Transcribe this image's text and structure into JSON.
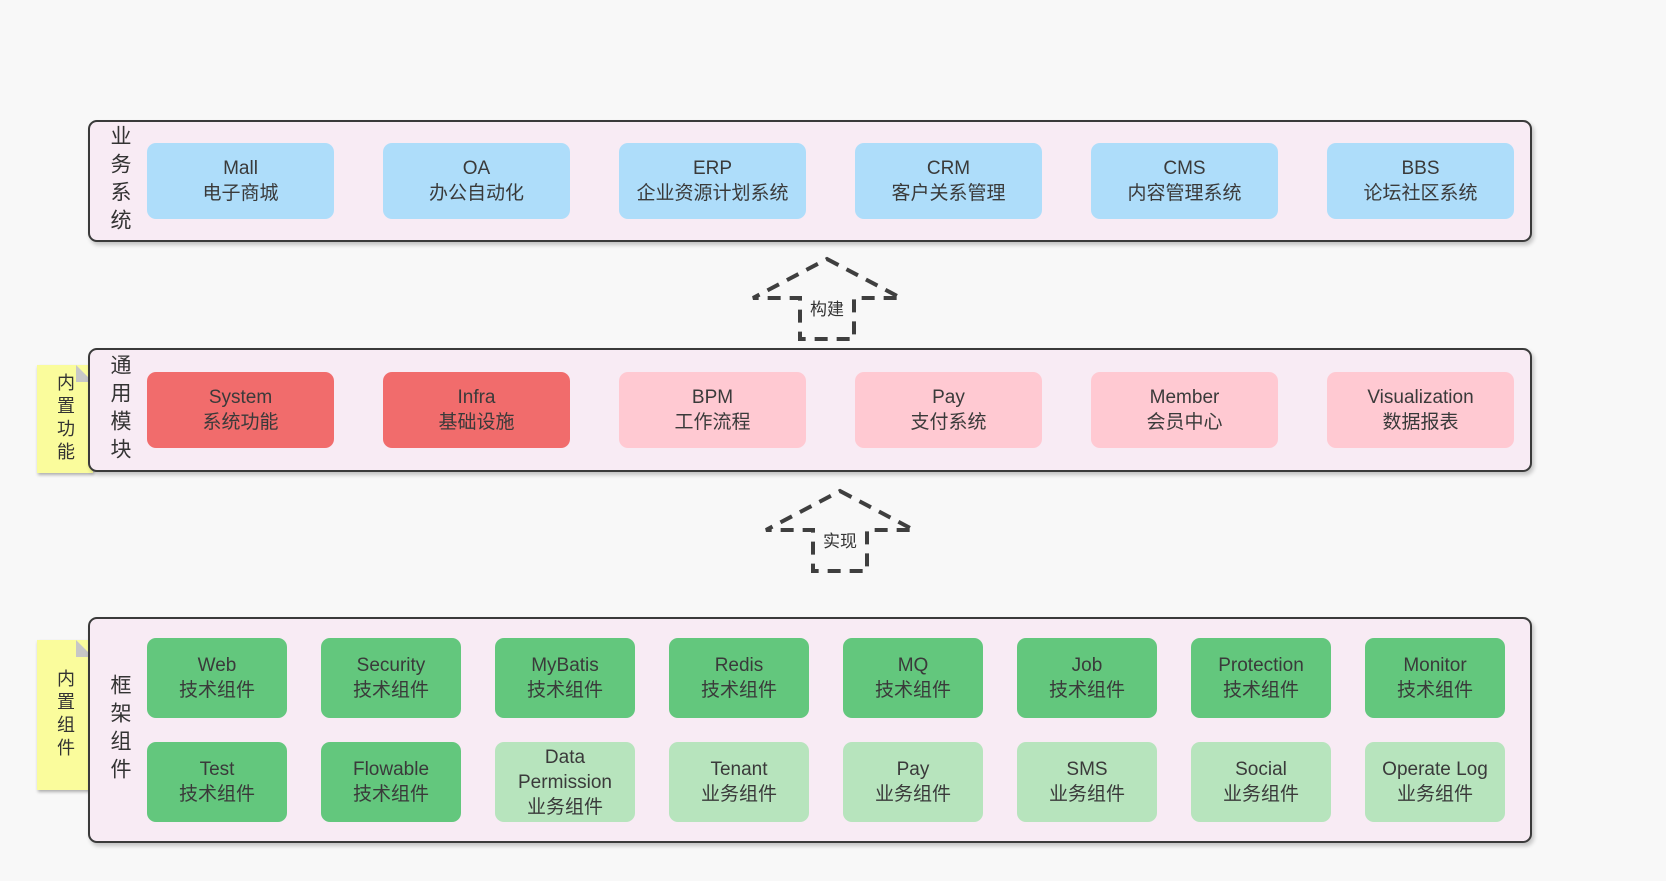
{
  "colors": {
    "page_bg": "#f8f8f8",
    "panel_bg": "#f8ebf4",
    "panel_border": "#3a3a3a",
    "blue_box": "#aeddfa",
    "red_box": "#f16c6c",
    "pink_box": "#ffc9d2",
    "green_box": "#63c77d",
    "light_green_box": "#b7e4bd",
    "sticky_yellow": "#fafc9c",
    "text": "#3a3a3a"
  },
  "arrows": [
    {
      "label": "构建"
    },
    {
      "label": "实现"
    }
  ],
  "panels": [
    {
      "label": "业务系统",
      "items": [
        {
          "name": "Mall",
          "desc": "电子商城"
        },
        {
          "name": "OA",
          "desc": "办公自动化"
        },
        {
          "name": "ERP",
          "desc": "企业资源计划系统"
        },
        {
          "name": "CRM",
          "desc": "客户关系管理"
        },
        {
          "name": "CMS",
          "desc": "内容管理系统"
        },
        {
          "name": "BBS",
          "desc": "论坛社区系统"
        }
      ]
    },
    {
      "label": "通用模块",
      "sticky": "内置功能",
      "items": [
        {
          "name": "System",
          "desc": "系统功能"
        },
        {
          "name": "Infra",
          "desc": "基础设施"
        },
        {
          "name": "BPM",
          "desc": "工作流程"
        },
        {
          "name": "Pay",
          "desc": "支付系统"
        },
        {
          "name": "Member",
          "desc": "会员中心"
        },
        {
          "name": "Visualization",
          "desc": "数据报表"
        }
      ]
    },
    {
      "label": "框架组件",
      "sticky": "内置组件",
      "rows": [
        [
          {
            "name": "Web",
            "desc": "技术组件"
          },
          {
            "name": "Security",
            "desc": "技术组件"
          },
          {
            "name": "MyBatis",
            "desc": "技术组件"
          },
          {
            "name": "Redis",
            "desc": "技术组件"
          },
          {
            "name": "MQ",
            "desc": "技术组件"
          },
          {
            "name": "Job",
            "desc": "技术组件"
          },
          {
            "name": "Protection",
            "desc": "技术组件"
          },
          {
            "name": "Monitor",
            "desc": "技术组件"
          }
        ],
        [
          {
            "name": "Test",
            "desc": "技术组件"
          },
          {
            "name": "Flowable",
            "desc": "技术组件"
          },
          {
            "name": "Data Permission",
            "desc": "业务组件"
          },
          {
            "name": "Tenant",
            "desc": "业务组件"
          },
          {
            "name": "Pay",
            "desc": "业务组件"
          },
          {
            "name": "SMS",
            "desc": "业务组件"
          },
          {
            "name": "Social",
            "desc": "业务组件"
          },
          {
            "name": "Operate Log",
            "desc": "业务组件"
          }
        ]
      ]
    }
  ]
}
